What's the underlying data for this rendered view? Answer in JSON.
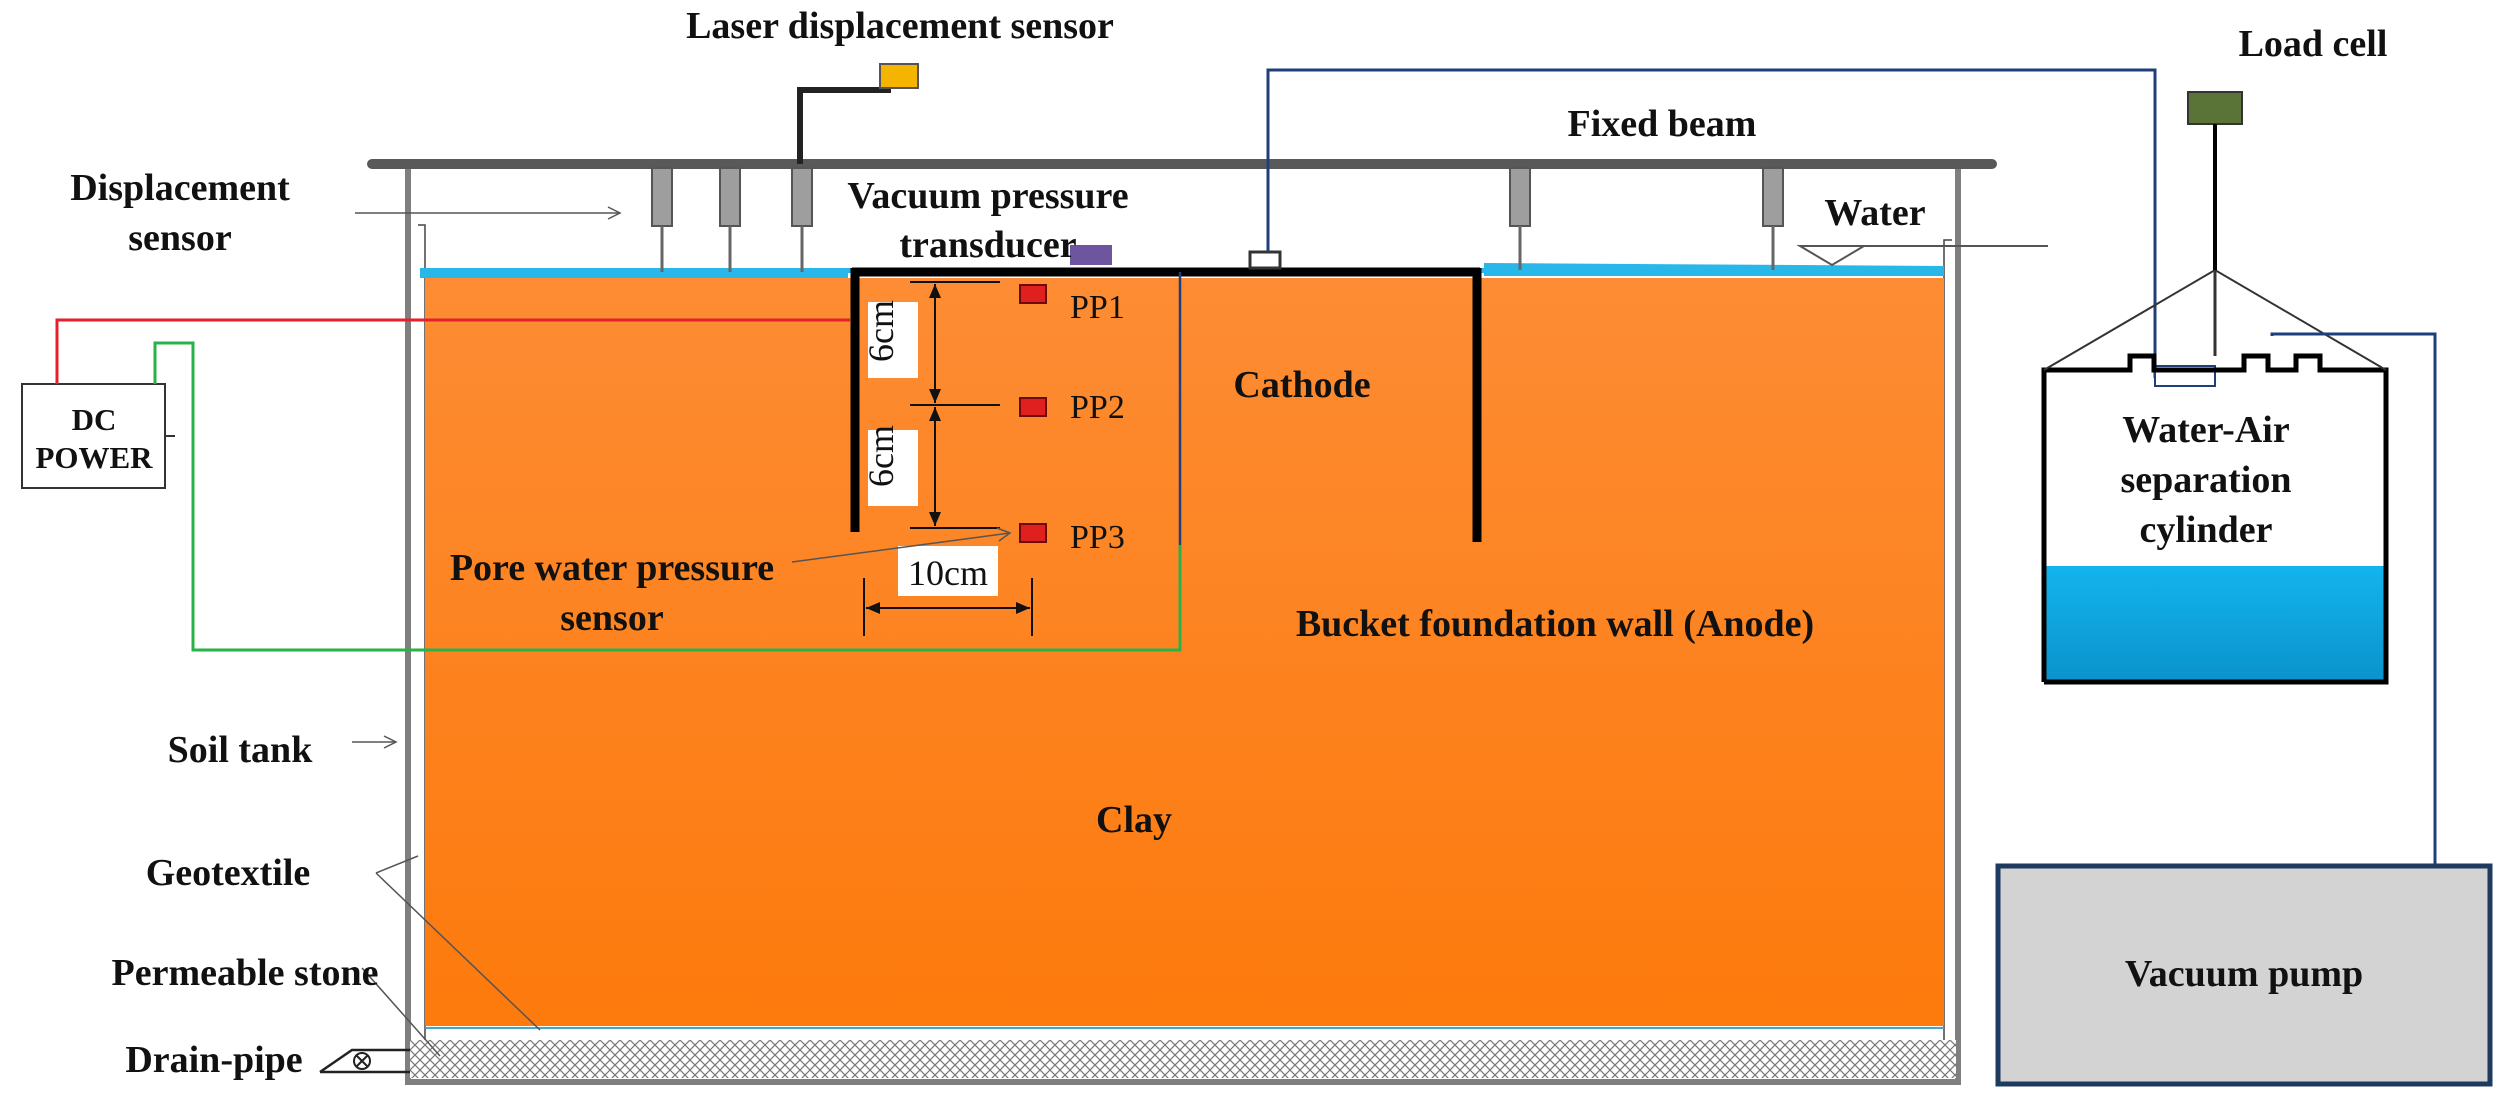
{
  "labels": {
    "laser_sensor": "Laser displacement sensor",
    "load_cell": "Load cell",
    "fixed_beam": "Fixed beam",
    "displacement_line1": "Displacement",
    "displacement_line2": "sensor",
    "vacuum_line1": "Vacuum  pressure",
    "vacuum_line2": "transducer",
    "water": "Water",
    "dc_line1": "DC",
    "dc_line2": "POWER",
    "pp1": "PP1",
    "pp2": "PP2",
    "pp3": "PP3",
    "dim_6cm_top": "6cm",
    "dim_6cm_bottom": "6cm",
    "dim_10cm": "10cm",
    "cathode": "Cathode",
    "pore_line1": "Pore water pressure",
    "pore_line2": "sensor",
    "bucket_wall": "Bucket foundation wall (Anode)",
    "cyl_line1": "Water-Air",
    "cyl_line2": "separation",
    "cyl_line3": "cylinder",
    "soil_tank": "Soil tank",
    "clay": "Clay",
    "geotextile": "Geotextile",
    "permeable_stone": "Permeable stone",
    "drain_pipe": "Drain-pipe",
    "vacuum_pump": "Vacuum pump"
  },
  "colors": {
    "clay_top": "#fd8c34",
    "clay_bottom": "#fd7a0c",
    "water_layer": "#29b6e8",
    "cylinder_water": "#11a7e0",
    "anode_wire": "#e4202a",
    "cathode_wire": "#2ab24a",
    "vacuum_line": "#1f3f7a",
    "pp_sensor": "#e0201f",
    "laser_head": "#f5b400",
    "load_cell": "#5a7336",
    "vacuum_transducer": "#6e55a0",
    "pump_fill": "#d3d3d3",
    "pump_border": "#1f3a5f"
  }
}
